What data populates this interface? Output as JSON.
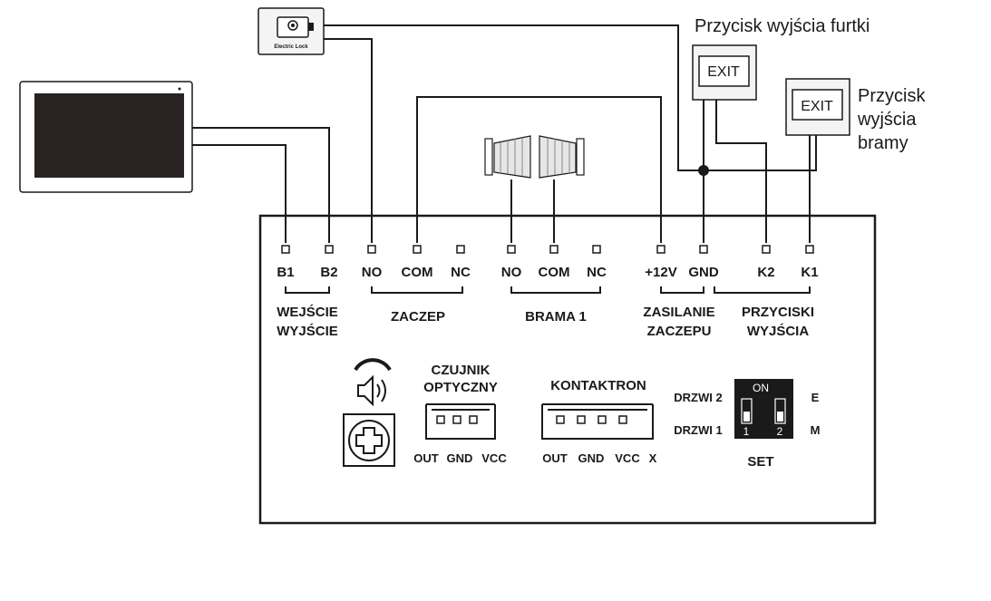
{
  "devices": {
    "electric_lock_label": "Electric Lock",
    "exit_gate_button_label": "EXIT",
    "exit_door_button_label": "EXIT",
    "exit_gate_caption": "Przycisk wyjścia furtki",
    "exit_door_caption_lines": [
      "Przycisk",
      "wyjścia",
      "bramy"
    ]
  },
  "terminals": {
    "b1": "B1",
    "b2": "B2",
    "zaczep_no": "NO",
    "zaczep_com": "COM",
    "zaczep_nc": "NC",
    "brama_no": "NO",
    "brama_com": "COM",
    "brama_nc": "NC",
    "plus12v": "+12V",
    "gnd": "GND",
    "k2": "K2",
    "k1": "K1"
  },
  "groups": {
    "wejscie_lines": [
      "WEJŚCIE",
      "WYJŚCIE"
    ],
    "zaczep": "ZACZEP",
    "brama1": "BRAMA 1",
    "zasilanie_lines": [
      "ZASILANIE",
      "ZACZEPU"
    ],
    "przyciski_lines": [
      "PRZYCISKI",
      "WYJŚCIA"
    ]
  },
  "connectors": {
    "czujnik_lines": [
      "CZUJNIK",
      "OPTYCZNY"
    ],
    "czujnik_pins": [
      "OUT",
      "GND",
      "VCC"
    ],
    "kontaktron_title": "KONTAKTRON",
    "kontaktron_pins": [
      "OUT",
      "GND",
      "VCC",
      "X"
    ]
  },
  "dip": {
    "on_label": "ON",
    "switch1": "1",
    "switch2": "2",
    "drzwi2": "DRZWI 2",
    "drzwi1": "DRZWI 1",
    "e": "E",
    "m": "M",
    "set": "SET"
  }
}
